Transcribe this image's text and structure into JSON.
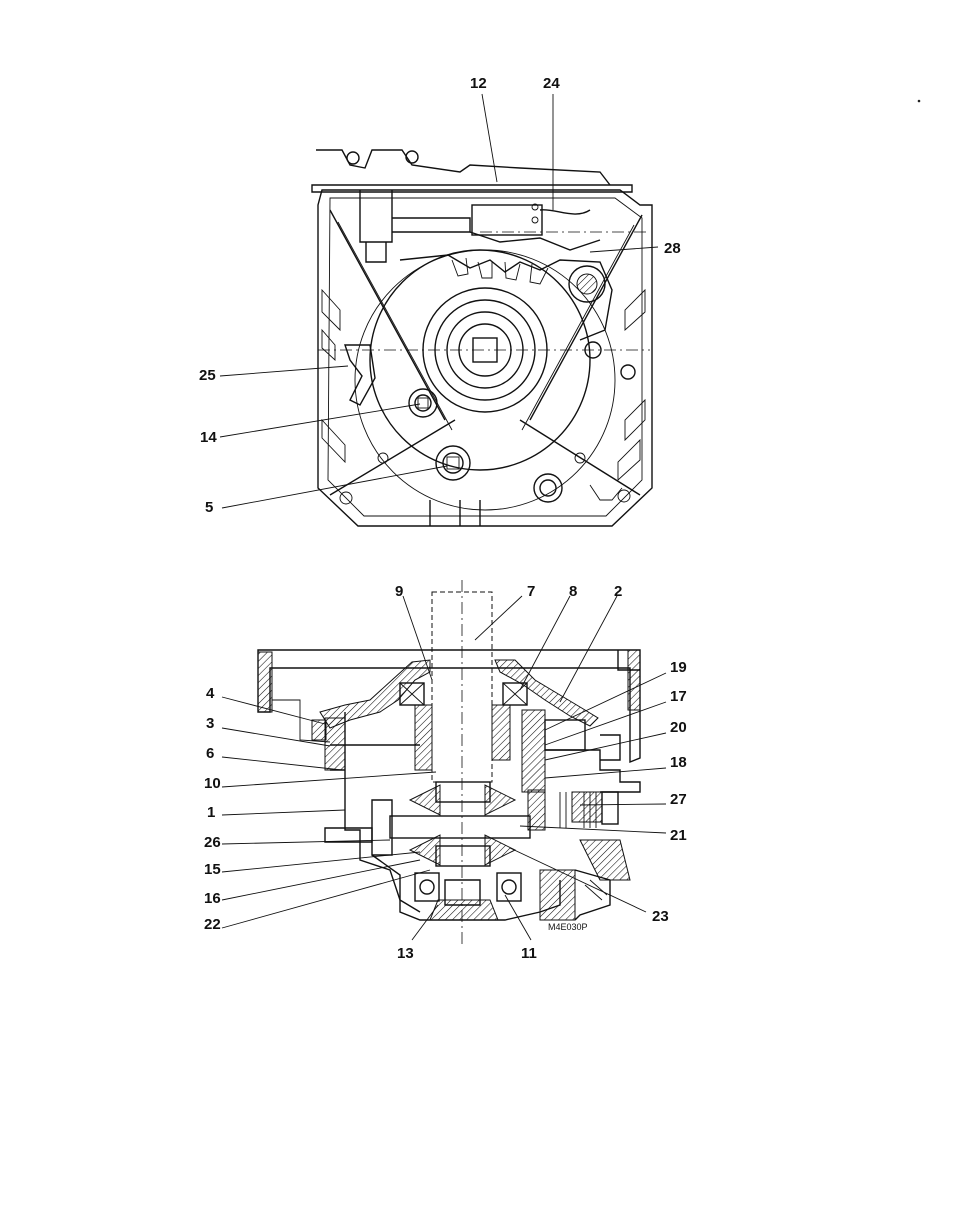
{
  "top_view": {
    "callouts": {
      "c12": "12",
      "c24": "24",
      "c28": "28",
      "c25": "25",
      "c14": "14",
      "c5": "5"
    }
  },
  "section_view": {
    "callouts": {
      "c9": "9",
      "c7": "7",
      "c8": "8",
      "c2": "2",
      "c19": "19",
      "c17": "17",
      "c20": "20",
      "c18": "18",
      "c27": "27",
      "c21": "21",
      "c23": "23",
      "c11": "11",
      "c13": "13",
      "c4": "4",
      "c3": "3",
      "c6": "6",
      "c10": "10",
      "c1": "1",
      "c26": "26",
      "c15": "15",
      "c16": "16",
      "c22": "22"
    },
    "figure_code": "M4E030P"
  }
}
